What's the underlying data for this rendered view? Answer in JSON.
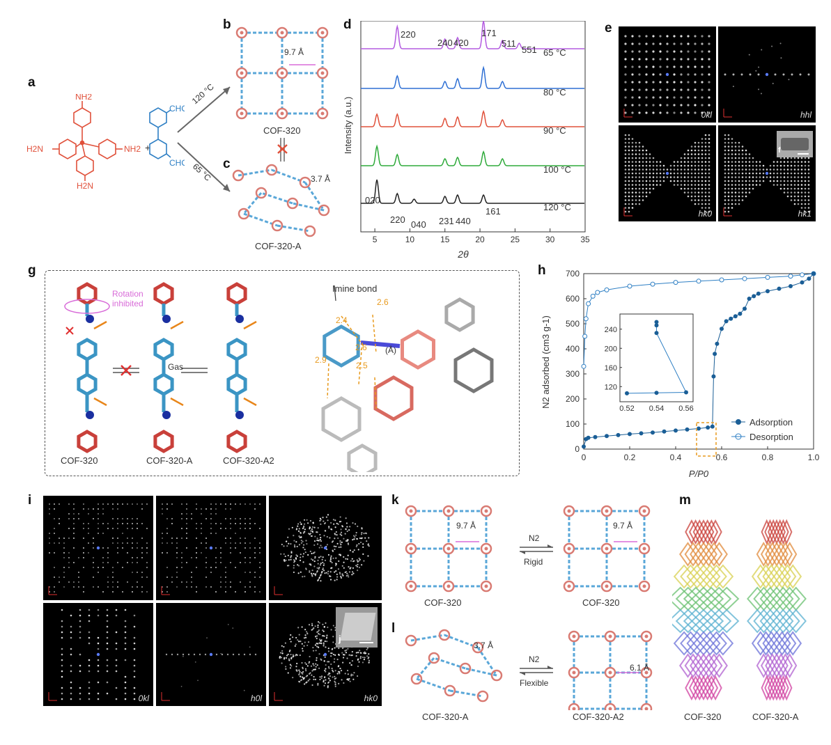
{
  "panels": {
    "a": "a",
    "b": "b",
    "c": "c",
    "d": "d",
    "e": "e",
    "g": "g",
    "h": "h",
    "i": "i",
    "k": "k",
    "l": "l",
    "m": "m",
    "j": "j",
    "f": "f"
  },
  "colors": {
    "red": "#e0503a",
    "blue": "#2e7fc4",
    "purple": "#b35be0",
    "green": "#2eaa3a",
    "black": "#222222",
    "pink": "#d86bd8",
    "orange": "#e89a1e",
    "cof_node": "#d97b73",
    "cof_link": "#5aa7d8"
  },
  "panel_a": {
    "nh2_top": "NH2",
    "h2n_left": "H2N",
    "nh2_right": "NH2",
    "h2n_bottom": "H2N",
    "cho_top": "CHO",
    "cho_bottom": "CHO",
    "plus": "+",
    "temp_up": "120 °C",
    "temp_down": "65 °C"
  },
  "panel_b": {
    "distance": "9.7 Å",
    "label": "COF-320"
  },
  "panel_c": {
    "distance": "3.7 Å",
    "label": "COF-320-A"
  },
  "panel_d": {
    "ylabel": "Intensity (a.u.)",
    "xlabel": "2θ",
    "xticks": [
      "5",
      "10",
      "15",
      "20",
      "25",
      "30",
      "35"
    ],
    "traces": [
      {
        "temp": "65 °C",
        "color": "#b35be0"
      },
      {
        "temp": "80 °C",
        "color": "#2e6fd4"
      },
      {
        "temp": "90 °C",
        "color": "#e0503a"
      },
      {
        "temp": "100 °C",
        "color": "#2eaa3a"
      },
      {
        "temp": "120 °C",
        "color": "#222222"
      }
    ],
    "top_peaks": [
      "220",
      "240",
      "420",
      "171",
      "511",
      "551"
    ],
    "bottom_peaks": [
      "020",
      "220",
      "040",
      "231",
      "440",
      "161"
    ]
  },
  "panel_e": {
    "labels": [
      "0kl",
      "hhl",
      "hk0",
      "hk1"
    ]
  },
  "panel_g": {
    "rotation": "Rotation\ninhibited",
    "gas": "Gas",
    "imine": "Imine bond",
    "names": [
      "COF-320",
      "COF-320-A",
      "COF-320-A2"
    ],
    "distances": [
      "2.4",
      "2.6",
      "2.6",
      "2.9",
      "2.5"
    ],
    "unit": "(Å)"
  },
  "panel_h": {
    "ylabel": "N2 adsorbed (cm3 g-1)",
    "xlabel": "P/P0",
    "yticks": [
      "0",
      "100",
      "200",
      "300",
      "400",
      "500",
      "600",
      "700"
    ],
    "xticks": [
      "0",
      "0.2",
      "0.4",
      "0.6",
      "0.8",
      "1.0"
    ],
    "inset_yticks": [
      "120",
      "160",
      "200",
      "240"
    ],
    "inset_xticks": [
      "0.52",
      "0.54",
      "0.56"
    ],
    "legend": [
      "Adsorption",
      "Desorption"
    ]
  },
  "panel_i": {
    "labels": [
      "0kl",
      "h0l",
      "hk0"
    ]
  },
  "panel_k": {
    "left": "COF-320",
    "right": "COF-320",
    "d1": "9.7 Å",
    "d2": "9.7 Å",
    "gas": "N2",
    "mode": "Rigid"
  },
  "panel_l": {
    "left": "COF-320-A",
    "right": "COF-320-A2",
    "d1": "3.7 Å",
    "d2": "6.1 Å",
    "gas": "N2",
    "mode": "Flexible"
  },
  "panel_m": {
    "left": "COF-320",
    "right": "COF-320-A"
  },
  "chart_data": [
    {
      "type": "line",
      "title": "",
      "xlabel": "2θ",
      "ylabel": "Intensity (a.u.)",
      "xlim": [
        3,
        35
      ],
      "series": [
        {
          "name": "65 °C",
          "peaks_2theta": [
            8.2,
            15.0,
            16.8,
            20.5,
            23.2,
            25.6
          ]
        },
        {
          "name": "80 °C",
          "peaks_2theta": [
            8.2,
            15.0,
            16.8,
            20.5,
            23.2
          ]
        },
        {
          "name": "90 °C",
          "peaks_2theta": [
            5.3,
            8.2,
            15.0,
            16.8,
            20.5,
            23.2
          ]
        },
        {
          "name": "100 °C",
          "peaks_2theta": [
            5.3,
            8.2,
            15.0,
            16.8,
            20.5,
            23.2
          ]
        },
        {
          "name": "120 °C",
          "peaks_2theta": [
            5.3,
            8.2,
            10.6,
            15.0,
            16.8,
            20.5
          ]
        }
      ]
    },
    {
      "type": "scatter",
      "title": "",
      "xlabel": "P/P0",
      "ylabel": "N2 adsorbed (cm3 g-1)",
      "xlim": [
        0,
        1.0
      ],
      "ylim": [
        0,
        700
      ],
      "series": [
        {
          "name": "Adsorption",
          "x": [
            0.0,
            0.01,
            0.02,
            0.05,
            0.1,
            0.15,
            0.2,
            0.25,
            0.3,
            0.35,
            0.4,
            0.45,
            0.5,
            0.54,
            0.56,
            0.565,
            0.57,
            0.58,
            0.6,
            0.62,
            0.64,
            0.66,
            0.68,
            0.7,
            0.72,
            0.74,
            0.76,
            0.8,
            0.85,
            0.9,
            0.95,
            0.98,
            1.0
          ],
          "y": [
            10,
            40,
            45,
            48,
            52,
            56,
            60,
            63,
            66,
            70,
            74,
            78,
            82,
            86,
            90,
            290,
            380,
            420,
            480,
            510,
            520,
            530,
            540,
            560,
            600,
            610,
            620,
            630,
            640,
            650,
            665,
            680,
            700
          ]
        },
        {
          "name": "Desorption",
          "x": [
            0.0,
            0.005,
            0.01,
            0.02,
            0.04,
            0.06,
            0.1,
            0.2,
            0.3,
            0.4,
            0.5,
            0.6,
            0.7,
            0.8,
            0.9,
            0.95,
            1.0
          ],
          "y": [
            330,
            450,
            520,
            580,
            610,
            625,
            635,
            650,
            658,
            665,
            670,
            675,
            680,
            685,
            690,
            695,
            700
          ]
        }
      ]
    }
  ]
}
